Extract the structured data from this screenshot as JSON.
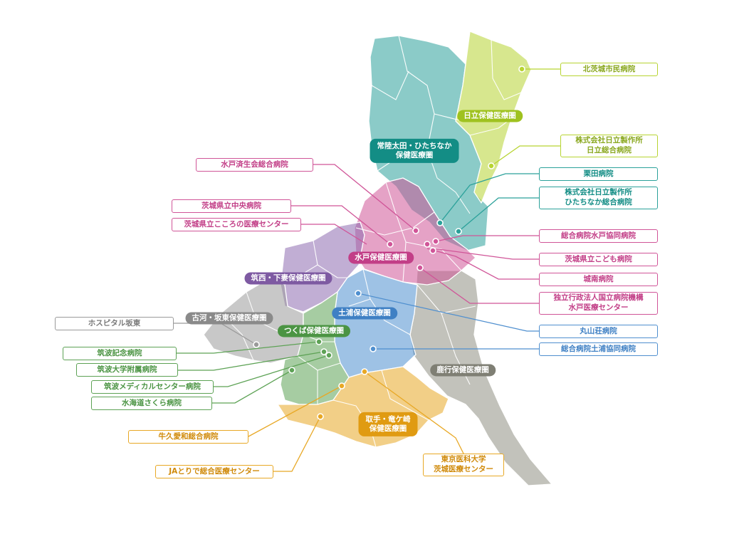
{
  "colors": {
    "kitaibaraki": "#b7d431",
    "hitachi_zone": "#2ba19a",
    "mito": "#d05598",
    "chikusei": "#8e6bb0",
    "koga": "#9a9a9a",
    "tsukuba": "#5da255",
    "tsuchiura": "#4f8fcf",
    "kashima": "#8f8f84",
    "toride": "#e8a825"
  },
  "zones": {
    "hitachi": "日立保健医療圏",
    "hitachiota": [
      "常陸太田・ひたちなか",
      "保健医療圏"
    ],
    "mito": "水戸保健医療圏",
    "chikusei": "筑西・下妻保健医療圏",
    "koga": "古河・坂東保健医療圏",
    "tsuchiura": "土浦保健医療圏",
    "tsukuba": "つくば保健医療圏",
    "kashima": "鹿行保健医療圏",
    "toride": [
      "取手・竜ケ崎",
      "保健医療圏"
    ]
  },
  "hospitals": {
    "kitaibaraki": "北茨城市民病院",
    "hitachi_general": [
      "株式会社日立製作所",
      "日立総合病院"
    ],
    "kurita": "栗田病院",
    "hitachinaka_general": [
      "株式会社日立製作所",
      "ひたちなか総合病院"
    ],
    "mito_kyodo": "総合病院水戸協同病院",
    "kodomo": "茨城県立こども病院",
    "jonan": "城南病院",
    "mito_medical": [
      "独立行政法人国立病院機構",
      "水戸医療センター"
    ],
    "marusanso": "丸山荘病院",
    "tsuchiura_kyodo": "総合病院土浦協同病院",
    "tokyo_med": [
      "東京医科大学",
      "茨城医療センター"
    ],
    "saiseikai": "水戸済生会総合病院",
    "central": "茨城県立中央病院",
    "kokoro": "茨城県立こころの医療センター",
    "hospital_bando": "ホスピタル坂東",
    "tsukuba_memorial": "筑波記念病院",
    "tsukuba_univ": "筑波大学附属病院",
    "tsukuba_medical": "筑波メディカルセンター病院",
    "mitokaido": "水海道さくら病院",
    "ushiku": "牛久愛和総合病院",
    "ja_toride": "JAとりで総合医療センター"
  }
}
